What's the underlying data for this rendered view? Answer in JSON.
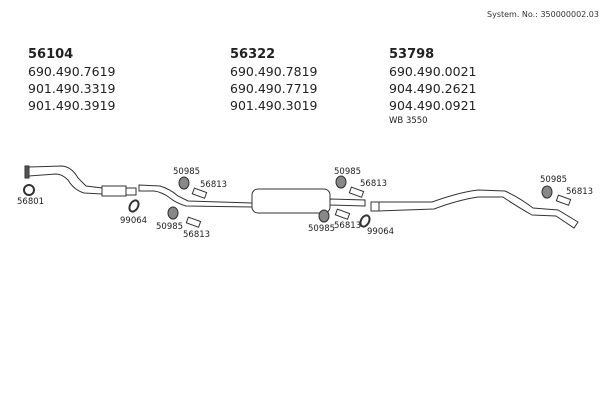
{
  "system_no": "System. No.: 350000002.03",
  "groups": [
    {
      "title": "56104",
      "lines": [
        "690.490.7619",
        "901.490.3319",
        "901.490.3919"
      ]
    },
    {
      "title": "56322",
      "lines": [
        "690.490.7819",
        "690.490.7719",
        "901.490.3019"
      ]
    },
    {
      "title": "53798",
      "lines": [
        "690.490.0021",
        "904.490.2621",
        "904.490.0921"
      ],
      "note": "WB 3550"
    }
  ],
  "part_labels": {
    "clamp_front": "56801",
    "clamp_1": "99064",
    "rubber_1a": "50985",
    "bracket_1a": "56813",
    "rubber_1b": "50985",
    "bracket_1b": "56813",
    "rubber_2a": "50985",
    "bracket_2a": "56813",
    "rubber_2b": "50985",
    "bracket_2b": "56813",
    "clamp_2": "99064",
    "rubber_3": "50985",
    "bracket_3": "56813"
  }
}
